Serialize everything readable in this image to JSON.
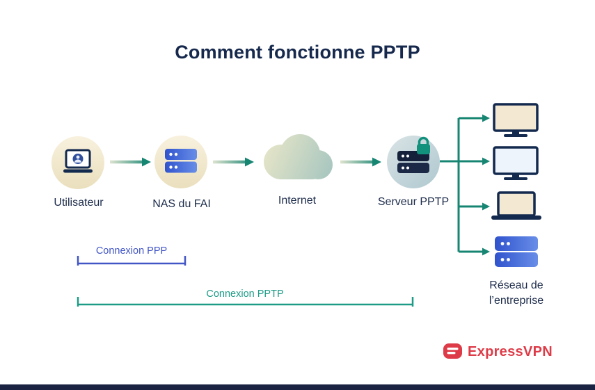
{
  "title": "Comment fonctionne PPTP",
  "diagram": {
    "nodes": [
      {
        "label": "Utilisateur",
        "icon": "laptop-user-icon"
      },
      {
        "label": "NAS du FAI",
        "icon": "isp-server-icon"
      },
      {
        "label": "Internet",
        "icon": "cloud-icon"
      },
      {
        "label": "Serveur PPTP",
        "icon": "locked-server-icon"
      }
    ],
    "enterprise_network": {
      "label_line1": "Réseau de",
      "label_line2": "l’entreprise",
      "devices": [
        "desktop-monitor-icon",
        "desktop-monitor-icon",
        "laptop-icon",
        "server-rack-icon"
      ]
    },
    "connections": [
      {
        "label": "Connexion PPP",
        "color": "#4155c6"
      },
      {
        "label": "Connexion PPTP",
        "color": "#1d9b86"
      }
    ]
  },
  "brand": {
    "name": "ExpressVPN",
    "color": "#dd3b47"
  },
  "colors": {
    "title_text": "#16294d",
    "label_text": "#1c2b4a",
    "arrow_teal": "#168572",
    "node_circle_cream": "#f2e7cb",
    "server_circle_steel": "#bed2d7",
    "server_blue": "#3b5ed8",
    "dark_navy": "#13294e",
    "footer_bar": "#1a2342"
  }
}
